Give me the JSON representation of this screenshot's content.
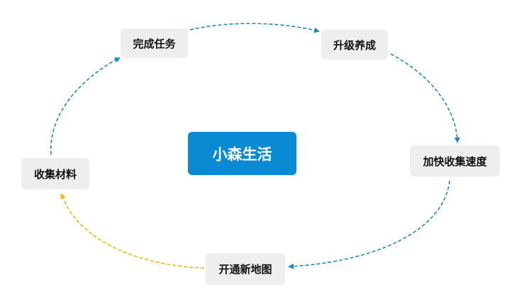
{
  "diagram": {
    "center": {
      "label": "小森生活"
    },
    "nodes": [
      {
        "id": "complete",
        "label": "完成任务"
      },
      {
        "id": "upgrade",
        "label": "升级养成"
      },
      {
        "id": "speed",
        "label": "加快收集速度"
      },
      {
        "id": "map",
        "label": "开通新地图"
      },
      {
        "id": "collect",
        "label": "收集材料"
      }
    ],
    "edges": [
      {
        "from": "完成任务",
        "to": "升级养成",
        "style": "dashed",
        "color": "#1a8ad0"
      },
      {
        "from": "升级养成",
        "to": "加快收集速度",
        "style": "dashed",
        "color": "#1a8ad0"
      },
      {
        "from": "加快收集速度",
        "to": "开通新地图",
        "style": "dashed",
        "color": "#1a8ad0"
      },
      {
        "from": "开通新地图",
        "to": "收集材料",
        "style": "dashed",
        "color": "#f5b800"
      },
      {
        "from": "收集材料",
        "to": "完成任务",
        "style": "dashed",
        "color": "#1a8ad0"
      }
    ]
  },
  "colors": {
    "center_fill": "#0a8ad2",
    "center_text": "#ffffff",
    "node_fill": "#eeeeee",
    "node_text": "#111111",
    "arrow_blue": "#1a8ad0",
    "arrow_yellow": "#f5b800"
  }
}
